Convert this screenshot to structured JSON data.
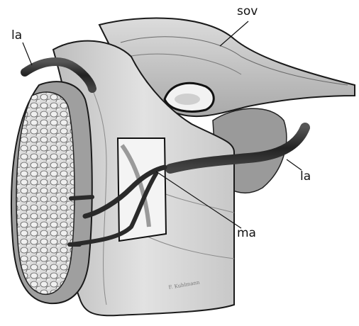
{
  "labels": {
    "sov": "sov",
    "la_left": "la",
    "la_right": "la",
    "ma": "ma"
  },
  "signature": "F. Kuhlmann",
  "colors": {
    "ink": "#1a1a1a",
    "membrane": "#cfcfcf",
    "membrane_light": "#e6e6e6",
    "vessel": "#333333",
    "muscle_fill": "#d8d8d8"
  }
}
